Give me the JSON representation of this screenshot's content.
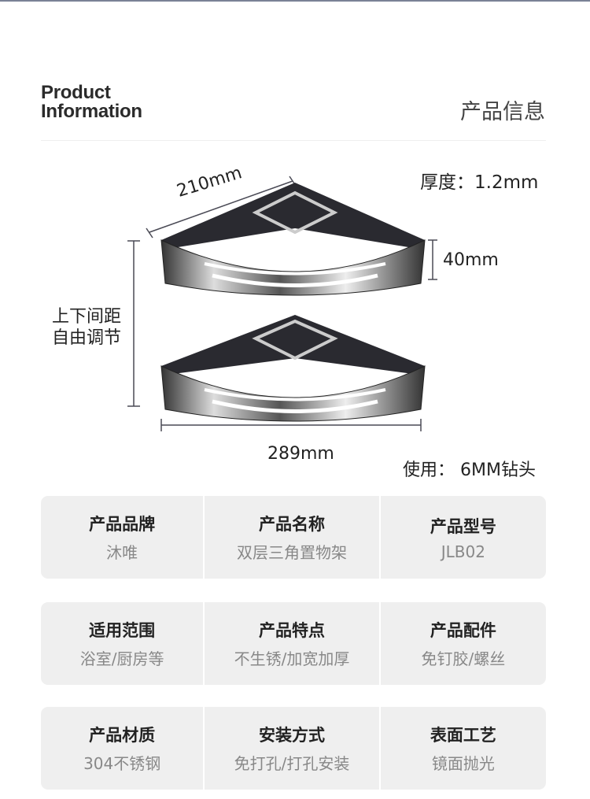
{
  "header": {
    "title_en_line1": "Product",
    "title_en_line2": "Information",
    "title_cn": "产品信息"
  },
  "diagram": {
    "thickness": "厚度：1.2mm",
    "depth": "210mm",
    "height": "40mm",
    "spacing_line1": "上下间距",
    "spacing_line2": "自由调节",
    "width": "289mm",
    "drill": "使用：  6MM钻头"
  },
  "specs": [
    [
      {
        "key": "产品品牌",
        "value": "沐唯"
      },
      {
        "key": "产品名称",
        "value": "双层三角置物架"
      },
      {
        "key": "产品型号",
        "value": "JLB02"
      }
    ],
    [
      {
        "key": "适用范围",
        "value": "浴室/厨房等"
      },
      {
        "key": "产品特点",
        "value": "不生锈/加宽加厚"
      },
      {
        "key": "产品配件",
        "value": "免钉胶/螺丝"
      }
    ],
    [
      {
        "key": "产品材质",
        "value": "304不锈钢"
      },
      {
        "key": "安装方式",
        "value": "免打孔/打孔安装"
      },
      {
        "key": "表面工艺",
        "value": "镜面抛光"
      }
    ]
  ]
}
